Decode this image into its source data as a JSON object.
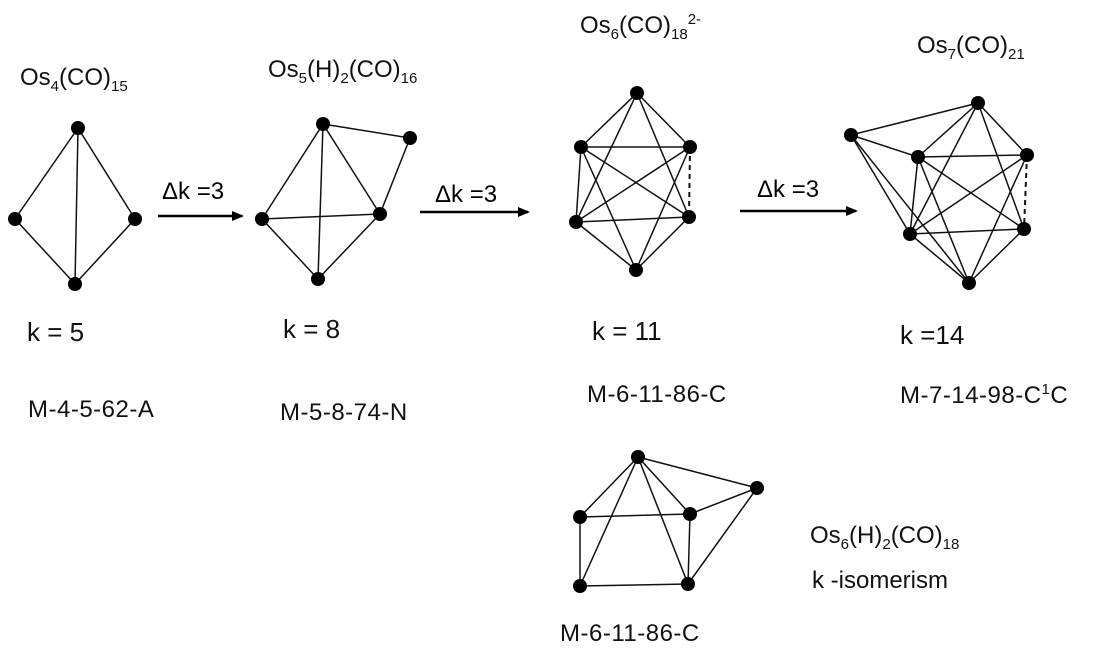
{
  "clusters": [
    {
      "formula": {
        "base": "Os",
        "segments": [
          {
            "t": "4",
            "sub": true
          },
          {
            "t": "(CO)"
          },
          {
            "t": "15",
            "sub": true
          }
        ]
      },
      "k_label": "k = 5",
      "code": "M-4-5-62-A"
    },
    {
      "formula": {
        "base": "Os",
        "segments": [
          {
            "t": "5",
            "sub": true
          },
          {
            "t": "(H)"
          },
          {
            "t": "2",
            "sub": true
          },
          {
            "t": "(CO)"
          },
          {
            "t": "16",
            "sub": true
          }
        ]
      },
      "k_label": "k = 8",
      "code": "M-5-8-74-N"
    },
    {
      "formula": {
        "base": "Os",
        "segments": [
          {
            "t": "6",
            "sub": true
          },
          {
            "t": "(CO)"
          },
          {
            "t": "18",
            "sub": true
          },
          {
            "t": "2-",
            "sup": true
          }
        ]
      },
      "k_label": "k = 11",
      "code": "M-6-11-86-C"
    },
    {
      "formula": {
        "base": "Os",
        "segments": [
          {
            "t": "7",
            "sub": true
          },
          {
            "t": "(CO)"
          },
          {
            "t": "21",
            "sub": true
          }
        ]
      },
      "k_label": "k =14",
      "code_segments": [
        {
          "t": "M-7-14-98-C"
        },
        {
          "t": "1",
          "sup": true
        },
        {
          "t": "C"
        }
      ]
    },
    {
      "formula": {
        "base": "Os",
        "segments": [
          {
            "t": "6",
            "sub": true
          },
          {
            "t": "(H)"
          },
          {
            "t": "2",
            "sub": true
          },
          {
            "t": "(CO)"
          },
          {
            "t": "18",
            "sub": true
          }
        ]
      },
      "note": "k -isomerism",
      "code": "M-6-11-86-C"
    }
  ],
  "arrows": [
    {
      "label": "Δk =3"
    },
    {
      "label": "Δk =3"
    },
    {
      "label": "Δk =3"
    }
  ]
}
